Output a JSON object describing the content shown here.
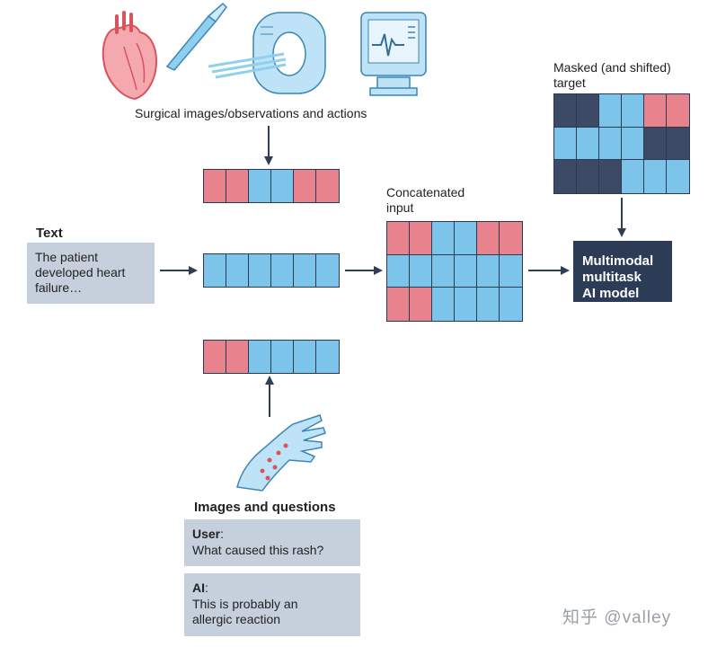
{
  "top_caption": "Surgical images/observations and actions",
  "text_section": {
    "heading": "Text",
    "body": "The patient developed heart failure…"
  },
  "concatenated_label": "Concatenated input",
  "target_label": "Masked (and shifted) target",
  "model_box": {
    "line1": "Multimodal",
    "line2": "multitask",
    "line3": "AI model"
  },
  "images_questions": {
    "heading": "Images and questions",
    "user_speaker": "User",
    "user_colon": ":",
    "user_text": "What caused this rash?",
    "ai_speaker": "AI",
    "ai_colon": ":",
    "ai_text": "This is probably an allergic reaction"
  },
  "watermark": "知乎 @valley",
  "icons": [
    "heart-icon",
    "scalpel-icon",
    "mri-scanner-icon",
    "monitor-icon",
    "hand-rash-icon"
  ],
  "token_rows": {
    "top": [
      "pink",
      "pink",
      "blue",
      "blue",
      "pink",
      "pink"
    ],
    "middle": [
      "blue",
      "blue",
      "blue",
      "blue",
      "blue",
      "blue"
    ],
    "bottom": [
      "pink",
      "pink",
      "blue",
      "blue",
      "blue",
      "blue"
    ]
  },
  "concat_grid": [
    [
      "pink",
      "pink",
      "blue",
      "blue",
      "pink",
      "pink"
    ],
    [
      "blue",
      "blue",
      "blue",
      "blue",
      "blue",
      "blue"
    ],
    [
      "pink",
      "pink",
      "blue",
      "blue",
      "blue",
      "blue"
    ]
  ],
  "target_grid": [
    [
      "dark",
      "dark",
      "blue",
      "blue",
      "pink",
      "pink"
    ],
    [
      "blue",
      "blue",
      "blue",
      "blue",
      "dark",
      "dark"
    ],
    [
      "dark",
      "dark",
      "dark",
      "blue",
      "blue",
      "blue"
    ]
  ],
  "colors": {
    "pink": "#e8838d",
    "blue": "#7cc4ea",
    "dark": "#3c4a66",
    "panel": "#c6d0dc",
    "model_box": "#2c3b56"
  }
}
